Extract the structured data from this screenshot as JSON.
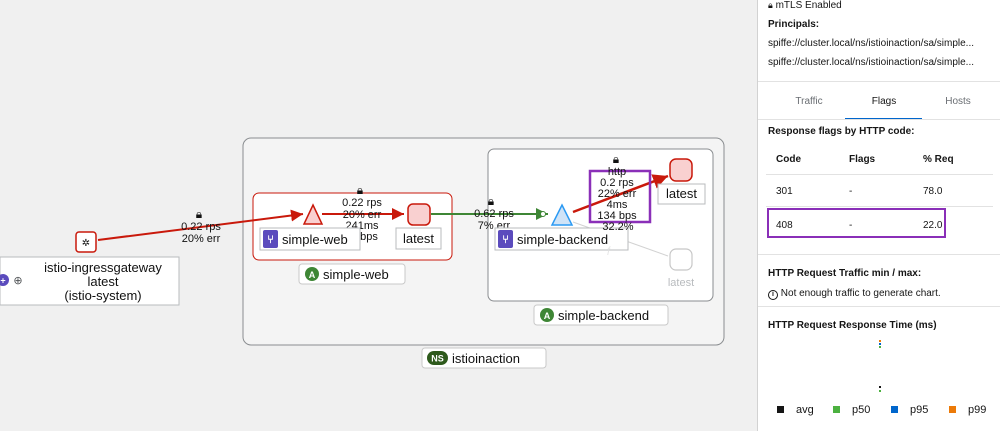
{
  "graph": {
    "namespace_box": {
      "badge": "NS",
      "label": "istioinaction"
    },
    "app_simple_web": {
      "badge": "A",
      "label": "simple-web"
    },
    "app_simple_backend": {
      "badge": "A",
      "label": "simple-backend"
    },
    "nodes": {
      "gateway": {
        "line1": "istio-ingressgateway",
        "line2": "latest",
        "line3": "(istio-system)"
      },
      "simple_web_service": {
        "label": "simple-web"
      },
      "simple_web_latest": {
        "label": "latest"
      },
      "simple_backend_service": {
        "label": "simple-backend"
      },
      "simple_backend_latest": {
        "label": "latest"
      },
      "simple_backend_latest_faded": {
        "label": "latest"
      }
    },
    "edges": {
      "gateway_to_web": {
        "line1": "0.22 rps",
        "line2": "20% err"
      },
      "web_to_latest": {
        "line1": "0.22 rps",
        "line2": "20% err",
        "line3": "241ms",
        "line4": "bps"
      },
      "latest_to_backend": {
        "line1": "0.62 rps",
        "line2": "7% err"
      },
      "backend_to_latest": {
        "line1": "http",
        "line2": "0.2 rps",
        "line3": "22% err",
        "line4": "4ms",
        "line5": "134 bps",
        "line6": "32.2%"
      }
    },
    "colors": {
      "error_edge": "#c9190b",
      "ok_edge": "#3e8635",
      "highlight": "#8a2fb8",
      "service_blue": "#5b4bbd"
    }
  },
  "panel": {
    "mtls": "mTLS Enabled",
    "principals_title": "Principals:",
    "principals": [
      "spiffe://cluster.local/ns/istioinaction/sa/simple...",
      "spiffe://cluster.local/ns/istioinaction/sa/simple..."
    ],
    "tabs": [
      "Traffic",
      "Flags",
      "Hosts"
    ],
    "active_tab": "Flags",
    "response_flags_title": "Response flags by HTTP code:",
    "table": {
      "headers": [
        "Code",
        "Flags",
        "% Req"
      ],
      "rows": [
        [
          "301",
          "-",
          "78.0"
        ],
        [
          "408",
          "-",
          "22.0"
        ]
      ]
    },
    "traffic_minmax_title": "HTTP Request Traffic min / max:",
    "traffic_minmax_note": "Not enough traffic to generate chart.",
    "response_time_title": "HTTP Request Response Time (ms)",
    "legend": [
      {
        "label": "avg",
        "color": "#151515"
      },
      {
        "label": "p50",
        "color": "#4cb140"
      },
      {
        "label": "p95",
        "color": "#06c"
      },
      {
        "label": "p99",
        "color": "#ec7a08"
      }
    ]
  }
}
